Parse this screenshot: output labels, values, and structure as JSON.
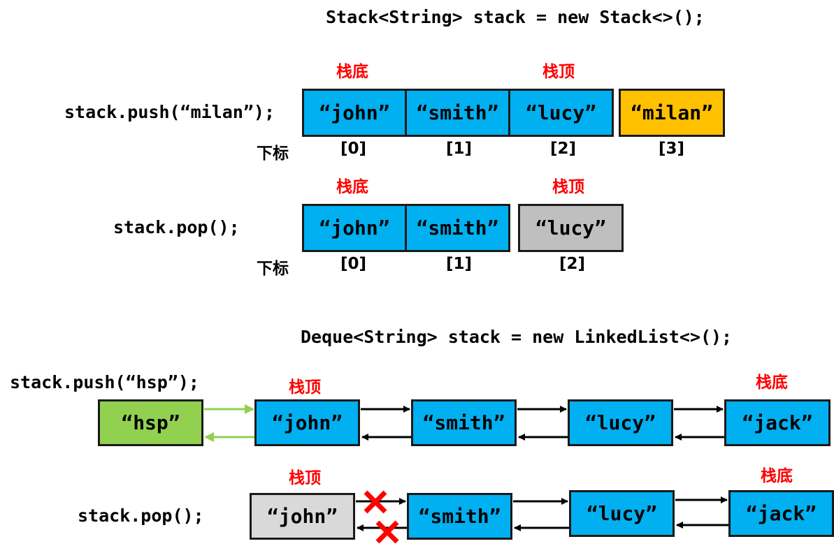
{
  "colors": {
    "element": "#00b0f0",
    "pushed": "#ffc000",
    "popped": "#bfbfbf",
    "popped_list": "#d9d9d9",
    "new_node": "#92d050",
    "label": "#ff0000",
    "link_arrow": "#000000",
    "new_link_arrow": "#92d050",
    "removed_mark": "#ff0000"
  },
  "section_stack": {
    "declaration": "Stack<String> stack = new Stack<>();",
    "push_row": {
      "code": "stack.push(“milan”);",
      "bottom_label": "栈底",
      "top_label": "栈顶",
      "index_label": "下标",
      "cells": [
        {
          "value": "“john”",
          "index": "[0]",
          "state": "normal"
        },
        {
          "value": "“smith”",
          "index": "[1]",
          "state": "normal"
        },
        {
          "value": "“lucy”",
          "index": "[2]",
          "state": "normal"
        },
        {
          "value": "“milan”",
          "index": "[3]",
          "state": "pushed"
        }
      ]
    },
    "pop_row": {
      "code": "stack.pop();",
      "bottom_label": "栈底",
      "top_label": "栈顶",
      "index_label": "下标",
      "cells": [
        {
          "value": "“john”",
          "index": "[0]",
          "state": "normal"
        },
        {
          "value": "“smith”",
          "index": "[1]",
          "state": "normal"
        },
        {
          "value": "“lucy”",
          "index": "[2]",
          "state": "popped"
        }
      ]
    }
  },
  "section_deque": {
    "declaration": "Deque<String> stack = new LinkedList<>();",
    "push_row": {
      "code": "stack.push(“hsp”);",
      "top_label": "栈顶",
      "bottom_label": "栈底",
      "new_node": "“hsp”",
      "nodes": [
        "“john”",
        "“smith”",
        "“lucy”",
        "“jack”"
      ]
    },
    "pop_row": {
      "code": "stack.pop();",
      "top_label": "栈顶",
      "bottom_label": "栈底",
      "removed_node": "“john”",
      "nodes": [
        "“smith”",
        "“lucy”",
        "“jack”"
      ]
    }
  }
}
